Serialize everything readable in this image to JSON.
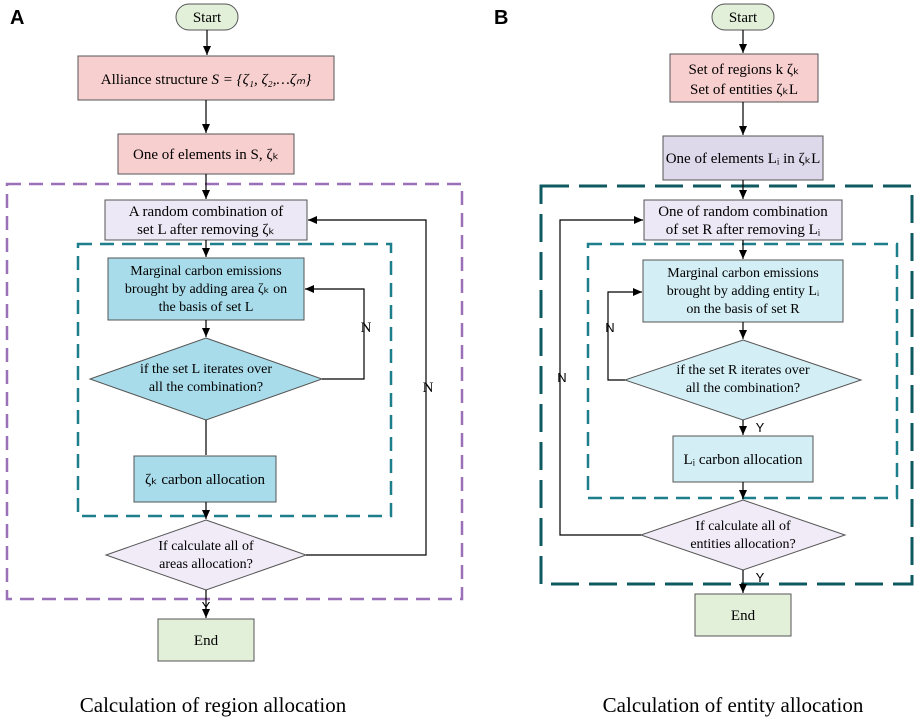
{
  "colors": {
    "start_end_fill": "#e2efd9",
    "pink_fill": "#f8cfcf",
    "lavender_fill": "#ece8f5",
    "blue_fill": "#a9dcea",
    "lightblue_fill": "#d3eef5",
    "purple_fill": "#ddd8ea",
    "diamond_a_fill": "#f0ebf7",
    "purple_dash": "#9a70b8",
    "teal_dash": "#1e7f8c",
    "dark_teal_dash": "#0f5a60"
  },
  "panel_a": {
    "letter": "A",
    "start": "Start",
    "alliance_prefix": "Alliance structure ",
    "alliance_formula": "S = {ζ₁, ζ₂,…ζₘ}",
    "one_element": "One of elements in S, ζₖ",
    "random_line1": "A random combination of",
    "random_line2": "set L after removing ζₖ",
    "marginal_line1": "Marginal carbon emissions",
    "marginal_line2": "brought by adding area ζₖ on",
    "marginal_line3": "the basis of set L",
    "iterate_line1": "if the set L iterates over",
    "iterate_line2": "all the combination?",
    "allocation": "ζₖ carbon allocation",
    "calc_line1": "If calculate all of",
    "calc_line2": "areas allocation?",
    "end": "End",
    "inner_n": "N",
    "outer_n": "N",
    "y": "Y",
    "caption": "Calculation of region allocation"
  },
  "panel_b": {
    "letter": "B",
    "start": "Start",
    "regions": "Set of regions k ζₖ",
    "entities": "Set of entities ζₖL",
    "one_element": "One of elements Lᵢ in ζₖL",
    "random_line1": "One of random combination",
    "random_line2": "of set R after removing Lᵢ",
    "marginal_line1": "Marginal carbon emissions",
    "marginal_line2": "brought by adding entity Lᵢ",
    "marginal_line3": "on the basis of set R",
    "iterate_line1": "if the set R iterates over",
    "iterate_line2": "all the combination?",
    "y1": "Y",
    "allocation": "Lᵢ carbon allocation",
    "calc_line1": "If calculate all of",
    "calc_line2": "entities allocation?",
    "y2": "Y",
    "end": "End",
    "inner_n": "N",
    "outer_n": "N",
    "caption": "Calculation of entity allocation"
  }
}
